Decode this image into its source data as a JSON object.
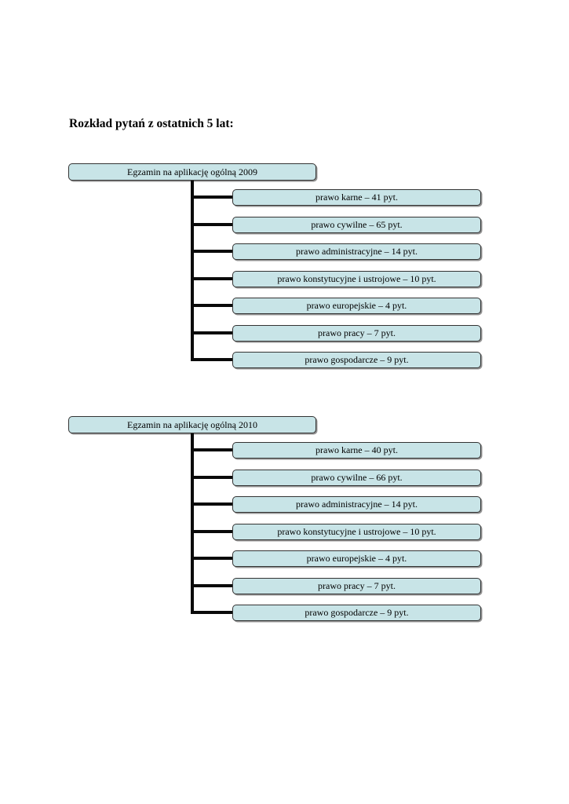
{
  "page": {
    "title": "Rozkład pytań z ostatnich 5 lat:"
  },
  "diagrams": [
    {
      "root": "Egzamin na aplikację ogólną 2009",
      "children": [
        "prawo karne – 41 pyt.",
        "prawo cywilne – 65 pyt.",
        "prawo administracyjne – 14 pyt.",
        "prawo konstytucyjne i ustrojowe – 10 pyt.",
        "prawo europejskie – 4 pyt.",
        "prawo pracy – 7 pyt.",
        "prawo gospodarcze – 9 pyt."
      ]
    },
    {
      "root": "Egzamin na aplikację ogólną 2010",
      "children": [
        "prawo karne – 40 pyt.",
        "prawo cywilne – 66 pyt.",
        "prawo administracyjne – 14 pyt.",
        "prawo konstytucyjne i ustrojowe – 10 pyt.",
        "prawo europejskie – 4 pyt.",
        "prawo pracy – 7 pyt.",
        "prawo gospodarcze – 9 pyt."
      ]
    }
  ],
  "colors": {
    "box_fill": "#c8e4e7",
    "box_border": "#333333",
    "connector": "#0a0a0a",
    "text": "#000000",
    "background": "#ffffff"
  }
}
